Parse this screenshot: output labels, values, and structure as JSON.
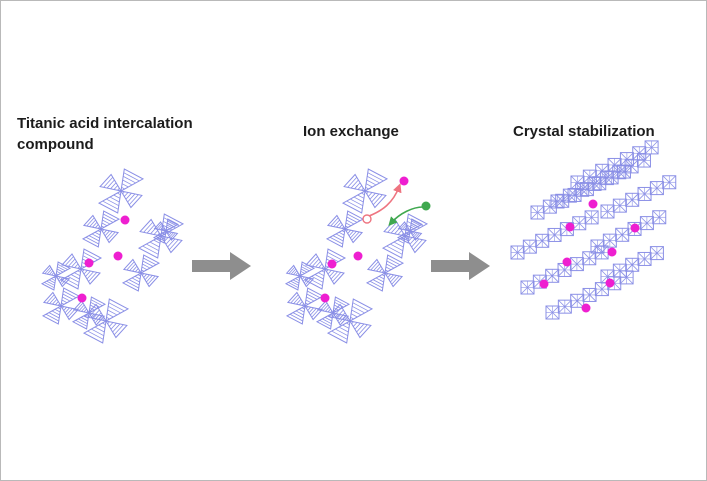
{
  "stages": [
    {
      "title_line1": "Titanic acid intercalation",
      "title_line2": "compound"
    },
    {
      "title_line1": "Ion exchange"
    },
    {
      "title_line1": "Crystal stabilization"
    }
  ],
  "colors": {
    "framework": "#8a8fe6",
    "ion": "#ee1fd0",
    "arrow": "#8e8e8e",
    "ion_out": "#ee7480",
    "ion_in": "#3fa84f",
    "border": "#b9b9b9",
    "text": "#1c1c1c"
  }
}
